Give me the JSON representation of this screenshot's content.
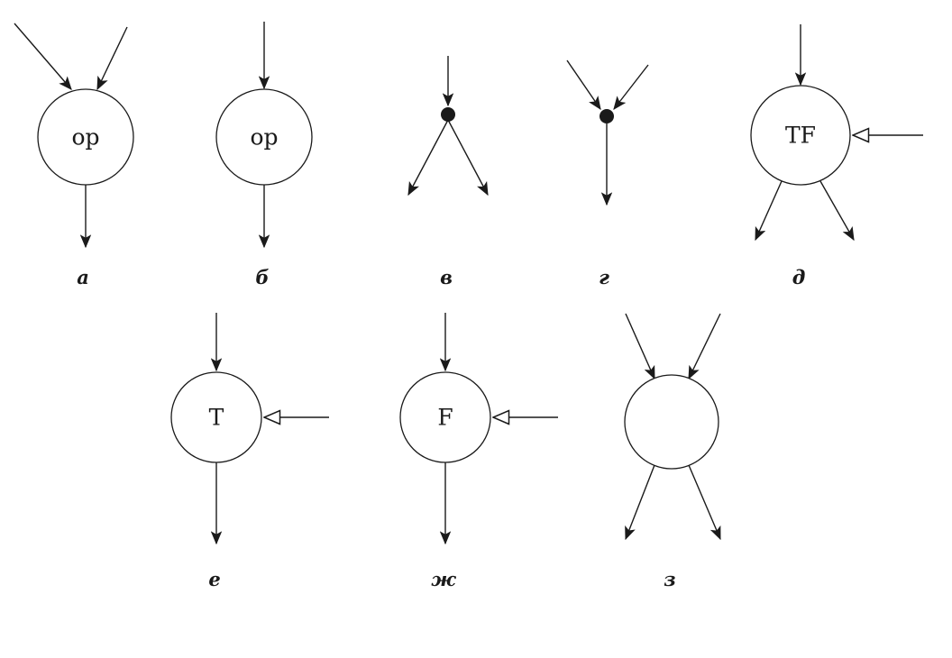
{
  "figures": {
    "a": {
      "caption": "а",
      "node_label": "op"
    },
    "b": {
      "caption": "б",
      "node_label": "op"
    },
    "v": {
      "caption": "в"
    },
    "g": {
      "caption": "г"
    },
    "d": {
      "caption": "д",
      "node_label": "TF"
    },
    "e": {
      "caption": "е",
      "node_label": "T"
    },
    "zh": {
      "caption": "ж",
      "node_label": "F"
    },
    "z": {
      "caption": "з"
    }
  },
  "colors": {
    "ink": "#1a1a1a",
    "background": "#ffffff",
    "merge_dot": "#1a1a1a",
    "hollow_arrow_fill": "#ffffff"
  }
}
